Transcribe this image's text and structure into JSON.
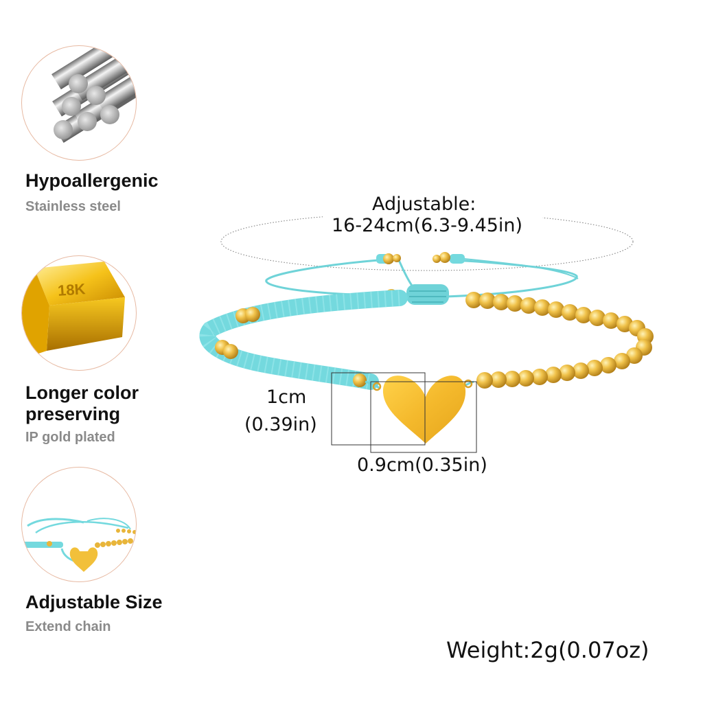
{
  "features": [
    {
      "title": "Hypoallergenic",
      "subtitle": "Stainless steel",
      "icon": "steel-rods-icon"
    },
    {
      "title_line1": "Longer color",
      "title_line2": "preserving",
      "subtitle": "IP gold plated",
      "icon": "gold-bar-icon",
      "badge": "18K"
    },
    {
      "title": "Adjustable Size",
      "subtitle": "Extend chain",
      "icon": "bracelet-thumbnail-icon"
    }
  ],
  "dimensions": {
    "adjustable_line1": "Adjustable:",
    "adjustable_line2": "16-24cm(6.3-9.45in)",
    "height_line1": "1cm",
    "height_line2": "(0.39in)",
    "width": "0.9cm(0.35in)",
    "weight": "Weight:2g(0.07oz)"
  },
  "colors": {
    "turquoise": "#74d9de",
    "gold": "#e8b53a",
    "circle_border": "#e7b9a2"
  }
}
